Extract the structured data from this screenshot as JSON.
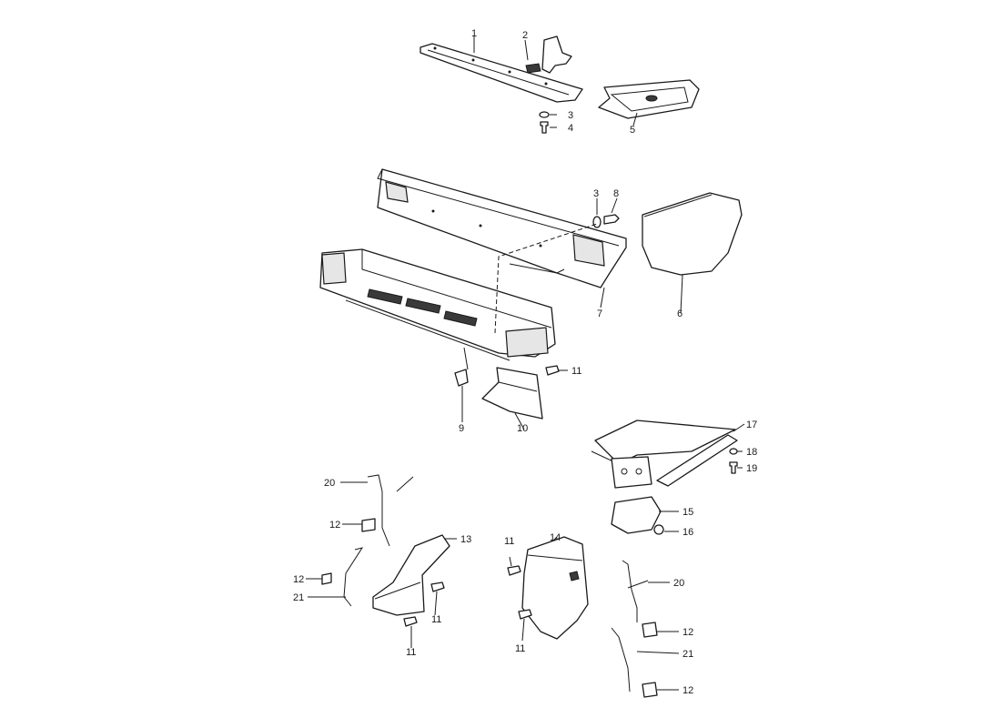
{
  "callouts": {
    "c1": "1",
    "c2": "2",
    "c3a": "3",
    "c4": "4",
    "c5": "5",
    "c3b": "3",
    "c8": "8",
    "c7": "7",
    "c6": "6",
    "c11a": "11",
    "c9": "9",
    "c10": "10",
    "c17": "17",
    "c18": "18",
    "c19": "19",
    "c15": "15",
    "c16": "16",
    "c20a": "20",
    "c12a": "12",
    "c13": "13",
    "c12b": "12",
    "c21a": "21",
    "c11b": "11",
    "c11c": "11",
    "c14": "14",
    "c11d": "11",
    "c20b": "20",
    "c12c": "12",
    "c11e": "11",
    "c21b": "21",
    "c12d": "12"
  }
}
